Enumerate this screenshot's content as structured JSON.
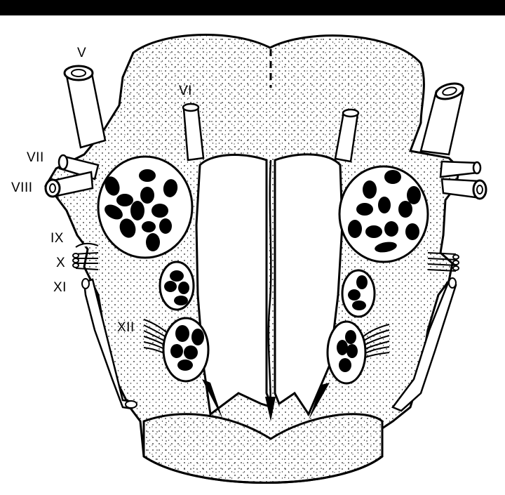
{
  "labels": {
    "v": "V",
    "vi": "VI",
    "vii": "VII",
    "viii": "VIII",
    "ix": "IX",
    "x": "X",
    "xi": "XI",
    "xii": "XII"
  },
  "colors": {
    "ink": "#000000",
    "paper": "#ffffff",
    "stipple": "#1a1a1a"
  }
}
